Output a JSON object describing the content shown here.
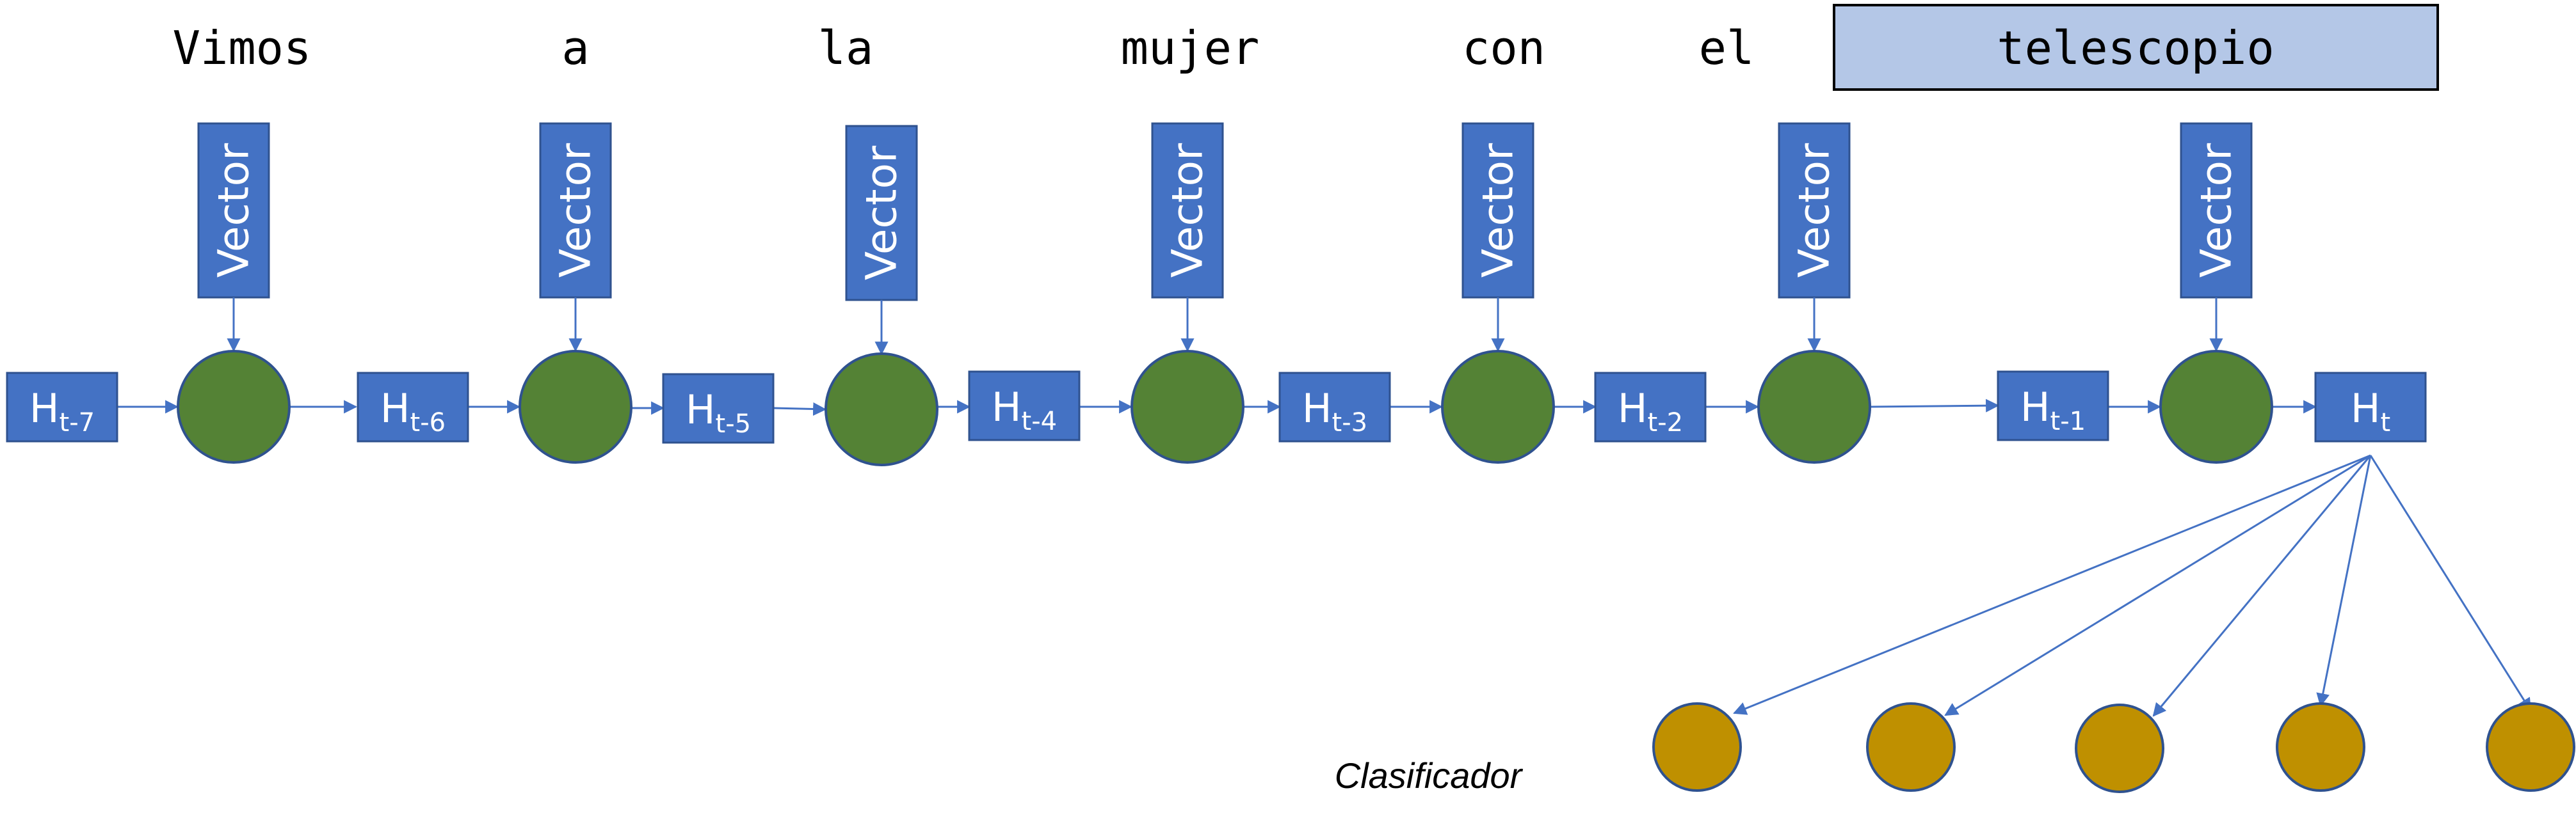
{
  "colors": {
    "box_fill": "#4472c4",
    "box_stroke": "#2f528f",
    "node_fill": "#548235",
    "node_stroke": "#2f528f",
    "class_fill": "#bf9000",
    "highlight_fill": "#b4c7e7",
    "arrow": "#4472c4"
  },
  "sentence": {
    "words": [
      "Vimos",
      "a",
      "la",
      "mujer",
      "con",
      "el",
      "telescopio"
    ],
    "highlighted_word_index": 6
  },
  "vector_label": "Vector",
  "hidden_states": [
    {
      "base": "H",
      "sub": "t-7"
    },
    {
      "base": "H",
      "sub": "t-6"
    },
    {
      "base": "H",
      "sub": "t-5"
    },
    {
      "base": "H",
      "sub": "t-4"
    },
    {
      "base": "H",
      "sub": "t-3"
    },
    {
      "base": "H",
      "sub": "t-2"
    },
    {
      "base": "H",
      "sub": "t-1"
    },
    {
      "base": "H",
      "sub": "t"
    }
  ],
  "classifier": {
    "label": "Clasificador",
    "output_count": 5
  }
}
